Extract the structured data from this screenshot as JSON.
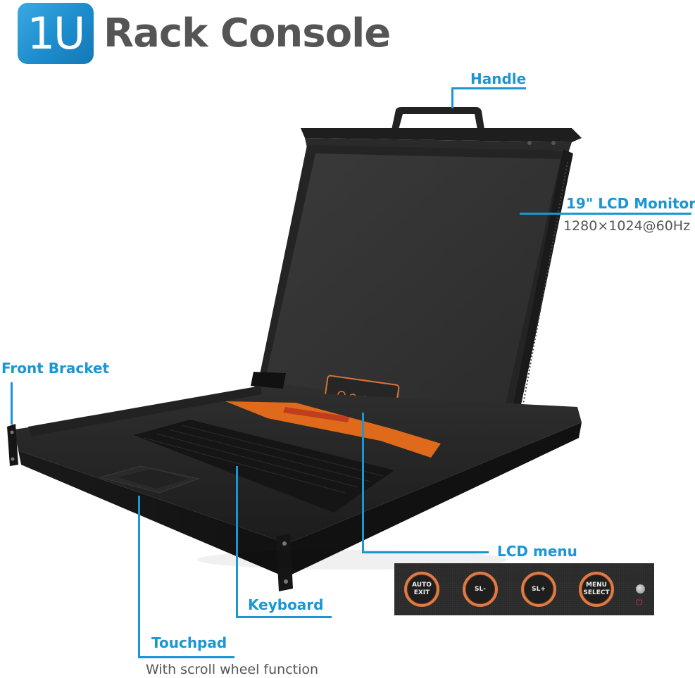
{
  "header": {
    "badge": "1U",
    "title": "Rack Console",
    "badge_color": "#1d8ccc",
    "title_color": "#555555"
  },
  "callouts": {
    "handle": {
      "label": "Handle"
    },
    "monitor": {
      "label": "19\" LCD Monitor",
      "sub": "1280×1024@60Hz"
    },
    "front_bracket": {
      "label": "Front Bracket"
    },
    "lcd_menu": {
      "label": "LCD menu"
    },
    "keyboard": {
      "label": "Keyboard"
    },
    "touchpad": {
      "label": "Touchpad",
      "sub": "With scroll wheel function"
    },
    "accent_color": "#1a96d4"
  },
  "lcd_panel": {
    "buttons": [
      {
        "line1": "AUTO",
        "line2": "EXIT"
      },
      {
        "line1": "SL-",
        "line2": ""
      },
      {
        "line1": "SL+",
        "line2": ""
      },
      {
        "line1": "MENU",
        "line2": "SELECT"
      }
    ],
    "ring_color": "#e07a45",
    "power_icon": "⏻"
  }
}
